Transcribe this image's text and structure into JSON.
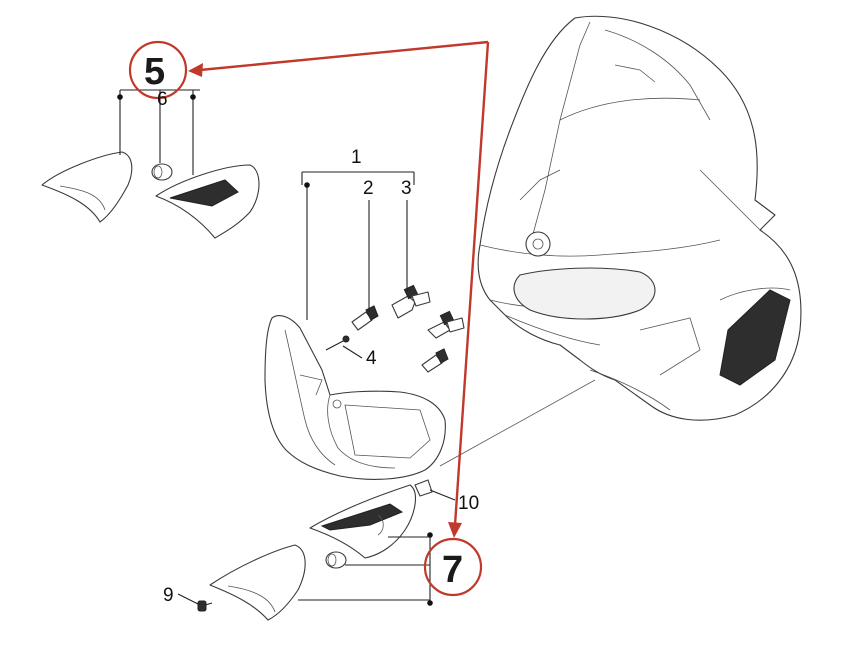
{
  "labels": {
    "l1": "1",
    "l2": "2",
    "l3": "3",
    "l4": "4",
    "l5": "5",
    "l6": "6",
    "l7": "7",
    "l9": "9",
    "l10": "10"
  },
  "colors": {
    "highlight": "#c0392b",
    "line": "#222222"
  }
}
